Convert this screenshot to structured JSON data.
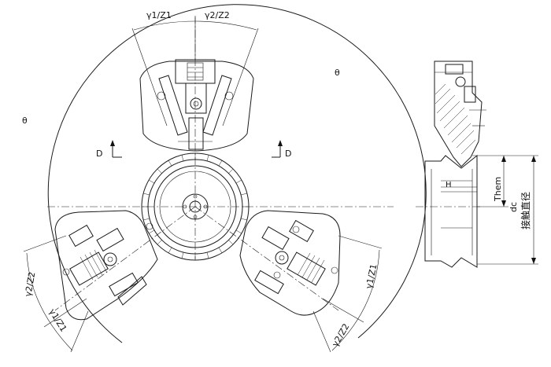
{
  "labels": {
    "angle_top_left": "γ1/Z1",
    "angle_top_right": "γ2/Z2",
    "theta_left": "θ",
    "theta_right": "θ",
    "section_left": "D",
    "section_right": "D",
    "angle_left_upper": "γ2/Z2",
    "angle_left_lower": "γ1/Z1",
    "angle_right_upper": "γ1/Z1",
    "angle_right_lower": "γ2/Z2",
    "side_h": "H",
    "side_them": "Them",
    "side_dc": "dc",
    "side_contact_diameter": "接触直径"
  }
}
